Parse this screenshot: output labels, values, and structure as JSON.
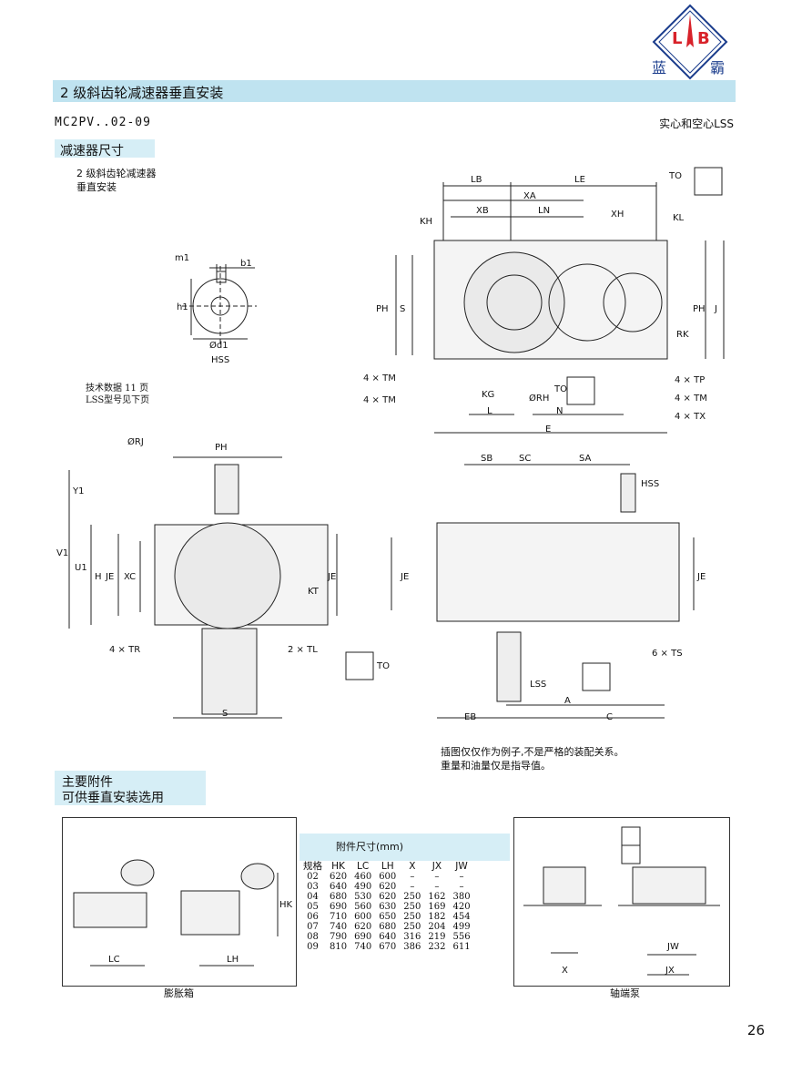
{
  "brand": {
    "letters_left": "L",
    "letters_right": "B",
    "name_left": "蓝",
    "name_right": "霸"
  },
  "section_title": "2 级斜齿轮减速器垂直安装",
  "model_code": "MC2PV..02-09",
  "shaft_type": "实心和空心LSS",
  "dimensions_tag": "减速器尺寸",
  "description": {
    "line1": "2 级斜齿轮减速器",
    "line2": "垂直安装"
  },
  "tech_note": {
    "line1": "技术数据 11 页",
    "line2": "LSS型号见下页"
  },
  "figure_note": {
    "line1": "插图仅仅作为例子,不是严格的装配关系。",
    "line2": "重量和油量仅是指导值。"
  },
  "accessories": {
    "title1": "主要附件",
    "title2": "可供垂直安装选用"
  },
  "captions": {
    "left": "膨胀箱",
    "right": "轴端泵"
  },
  "table": {
    "header": "附件尺寸(mm)",
    "columns": [
      "规格",
      "HK",
      "LC",
      "LH",
      "X",
      "JX",
      "JW"
    ],
    "rows": [
      [
        "02",
        "620",
        "460",
        "600",
        "–",
        "–",
        "–"
      ],
      [
        "03",
        "640",
        "490",
        "620",
        "–",
        "–",
        "–"
      ],
      [
        "04",
        "680",
        "530",
        "620",
        "250",
        "162",
        "380"
      ],
      [
        "05",
        "690",
        "560",
        "630",
        "250",
        "169",
        "420"
      ],
      [
        "06",
        "710",
        "600",
        "650",
        "250",
        "182",
        "454"
      ],
      [
        "07",
        "740",
        "620",
        "680",
        "250",
        "204",
        "499"
      ],
      [
        "08",
        "790",
        "690",
        "640",
        "316",
        "219",
        "556"
      ],
      [
        "09",
        "810",
        "740",
        "670",
        "386",
        "232",
        "611"
      ]
    ]
  },
  "labels": {
    "hss_detail": {
      "m1": "m1",
      "b1": "b1",
      "h1": "h1",
      "d1": "Ød1",
      "hss": "HSS"
    },
    "top": {
      "LB": "LB",
      "LE": "LE",
      "TO": "TO",
      "XA": "XA",
      "XB": "XB",
      "LN": "LN",
      "KH": "KH",
      "XH": "XH",
      "KL": "KL",
      "PH": "PH",
      "S": "S",
      "J": "J",
      "RK": "RK",
      "TM4a": "4 × TM",
      "TM4b": "4 × TM",
      "KG": "KG",
      "RH": "ØRH",
      "TO2": "TO",
      "L": "L",
      "N": "N",
      "E": "E",
      "TP": "4 × TP",
      "TM4c": "4 × TM",
      "TX": "4 × TX"
    },
    "side": {
      "RJ": "ØRJ",
      "PH": "PH",
      "Y1": "Y1",
      "V1": "V1",
      "U1": "U1",
      "H": "H",
      "JE": "JE",
      "XC": "XC",
      "KT": "KT",
      "JE2": "JE",
      "TR": "4 × TR",
      "TL": "2 × TL",
      "S": "S"
    },
    "front": {
      "SB": "SB",
      "SC": "SC",
      "SA": "SA",
      "HSS": "HSS",
      "JE": "JE",
      "JE2": "JE",
      "TO": "TO",
      "LSS": "LSS",
      "TS": "6 × TS",
      "A": "A",
      "EB": "EB",
      "C": "C"
    },
    "acc": {
      "HK": "HK",
      "LC": "LC",
      "LH": "LH",
      "X": "X",
      "JW": "JW",
      "JX": "JX"
    }
  },
  "page_number": "26"
}
